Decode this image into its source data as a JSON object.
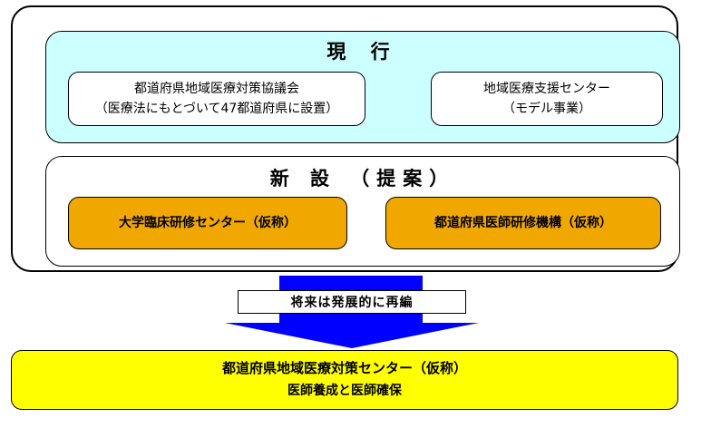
{
  "current": {
    "title": "現 行",
    "box_left": {
      "line1": "都道府県地域医療対策協議会",
      "line2": "（医療法にもとづいて47都道府県に設置）"
    },
    "box_right": {
      "line1": "地域医療支援センター",
      "line2": "（モデル事業）"
    }
  },
  "proposed": {
    "title": "新 設 （提案）",
    "box_left": "大学臨床研修センター（仮称）",
    "box_right": "都道府県医師研修機構（仮称）"
  },
  "arrow": {
    "label": "将来は発展的に再編"
  },
  "result": {
    "line1": "都道府県地域医療対策センター（仮称）",
    "line2": "医師養成と医師確保"
  },
  "colors": {
    "current_panel": "#ccffff",
    "proposed_box": "#f0a800",
    "arrow": "#0000ff",
    "result_box": "#ffff00"
  }
}
